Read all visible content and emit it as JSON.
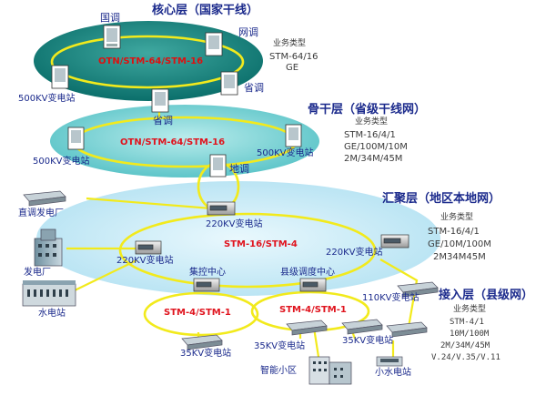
{
  "core": {
    "title": "核心层（国家干线）",
    "ring_label": "OTN/STM-64/STM-16",
    "nodes": [
      "国调",
      "网调",
      "省调",
      "500KV变电站"
    ],
    "service_title": "业务类型",
    "services": [
      "STM-64/16",
      "GE"
    ]
  },
  "backbone": {
    "title": "骨干层（省级干线网）",
    "ring_label": "OTN/STM-64/STM-16",
    "nodes": [
      "省调",
      "500KV变电站",
      "地调",
      "500KV变电站"
    ],
    "service_title": "业务类型",
    "services": [
      "STM-16/4/1",
      "GE/100M/10M",
      "2M/34M/45M"
    ]
  },
  "aggregation": {
    "title": "汇聚层（地区本地网）",
    "ring_label": "STM-16/STM-4",
    "nodes": [
      "220KV变电站",
      "220KV变电站",
      "220KV变电站",
      "集控中心",
      "县级调度中心"
    ],
    "service_title": "业务类型",
    "services": [
      "STM-16/4/1",
      "GE/10M/100M",
      "2M34M45M"
    ]
  },
  "access": {
    "title": "接入层（县级网）",
    "ring_left": "STM-4/STM-1",
    "ring_right": "STM-4/STM-1",
    "nodes": [
      "35KV变电站",
      "35KV变电站",
      "35KV变电站",
      "110KV变电站"
    ],
    "service_title": "业务类型",
    "services": [
      "STM-4/1",
      "10M/100M",
      "2M/34M/45M",
      "V.24/V.35/V.11"
    ]
  },
  "sites": {
    "direct_plant": "直调发电厂",
    "power_plant": "发电厂",
    "hydro_station": "水电站",
    "smart_district": "智能小区",
    "small_hydro": "小水电站"
  },
  "colors": {
    "core_fill": "#0e7d78",
    "backbone_fill": "#63c9cb",
    "aggregation_fill": "#bfe8f5",
    "ring": "#f2ea1c",
    "label_blue": "#1b2a8c",
    "label_red": "#e0141e"
  }
}
